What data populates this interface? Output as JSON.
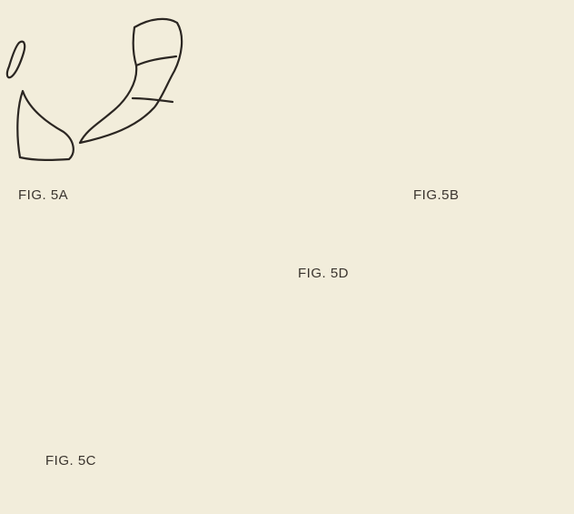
{
  "figures": {
    "fig_5a": {
      "label": "FIG. 5A"
    },
    "fig_5b": {
      "label": "FIG.5B"
    },
    "fig_5c": {
      "label": "FIG. 5C"
    },
    "fig_5d": {
      "label": "FIG. 5D"
    }
  },
  "colors": {
    "background": "#f2eddb",
    "ink": "#2b2622"
  }
}
